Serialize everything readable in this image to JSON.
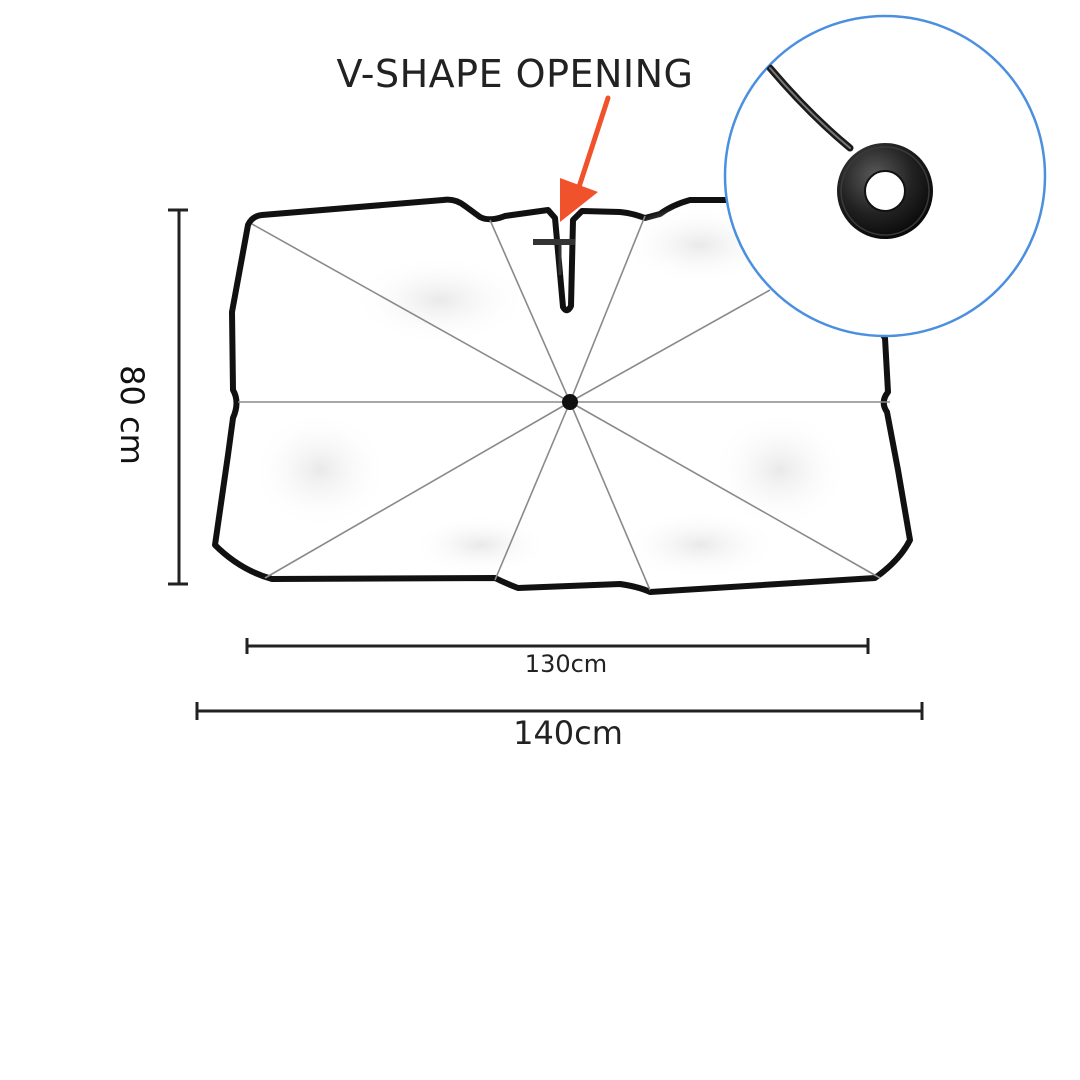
{
  "callout": {
    "label": "V-SHAPE OPENING"
  },
  "dimensions": {
    "height_label": "80 cm",
    "inner_width_label": "130cm",
    "outer_width_label": "140cm"
  },
  "colors": {
    "arrow": "#f0522b",
    "outline": "#111111",
    "ribs": "#8a8a8a",
    "detail_circle_border": "#4a8fe0"
  },
  "icons": [
    "arrow-icon",
    "ring-grommet-icon"
  ]
}
